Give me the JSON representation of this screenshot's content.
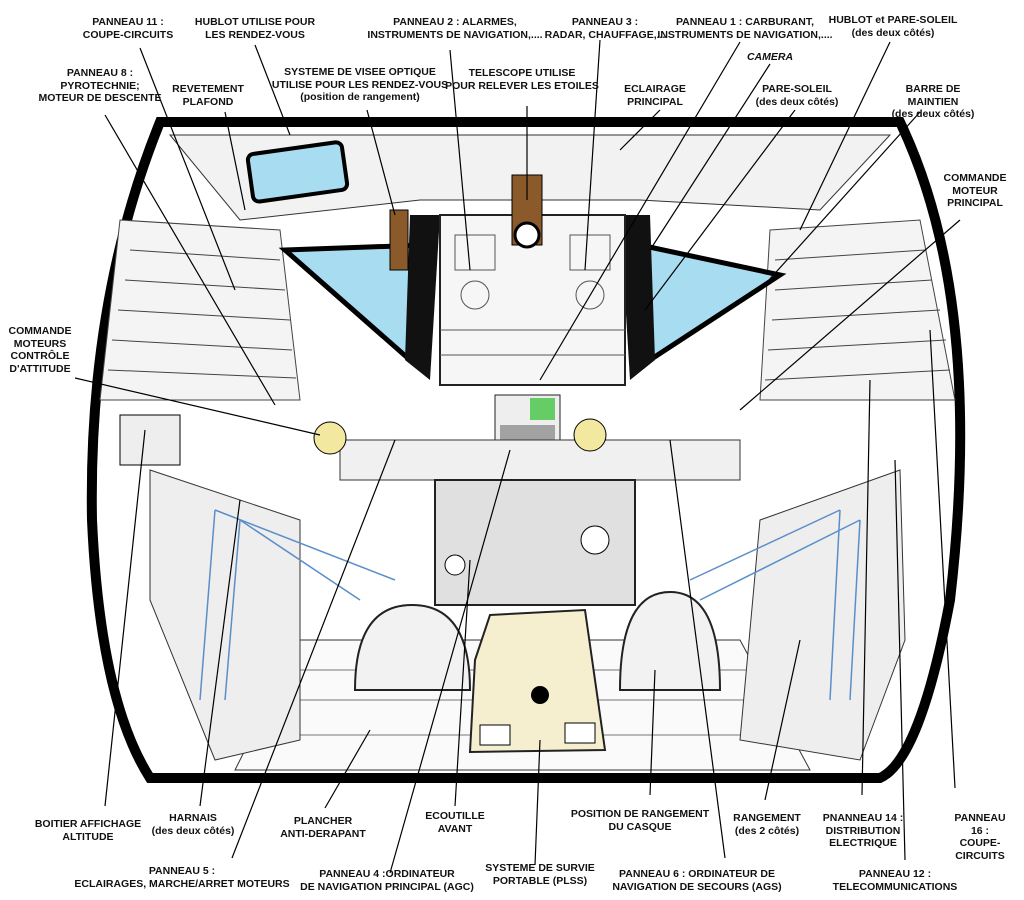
{
  "labels": {
    "panneau11": "PANNEAU 11 :\nCOUPE-CIRCUITS",
    "hublot_rdv": "HUBLOT UTILISE POUR\nLES RENDEZ-VOUS",
    "panneau2": "PANNEAU 2 : ALARMES,\nINSTRUMENTS DE NAVIGATION,....",
    "panneau3": "PANNEAU 3 :\nRADAR, CHAUFFAGE,...",
    "panneau1": "PANNEAU 1 : CARBURANT,\nINSTRUMENTS DE NAVIGATION,....",
    "hublot_paresoleil": "HUBLOT et PARE-SOLEIL\n(des deux côtés)",
    "panneau8": "PANNEAU 8 :\nPYROTECHNIE;\nMOTEUR DE DESCENTE",
    "revetement": "REVETEMENT\nPLAFOND",
    "visee": "SYSTEME DE VISEE OPTIQUE\nUTILISE POUR LES RENDEZ-VOUS\n(position de rangement)",
    "telescope": "TELESCOPE UTILISE\nPOUR RELEVER LES ETOILES",
    "eclairage": "ECLAIRAGE\nPRINCIPAL",
    "camera": "CAMERA",
    "paresoleil": "PARE-SOLEIL\n(des deux côtés)",
    "barre": "BARRE DE MAINTIEN\n(des deux côtés)",
    "moteur_principal": "COMMANDE\nMOTEUR\nPRINCIPAL",
    "attitude": "COMMANDE\nMOTEURS\nCONTRÔLE\nD'ATTITUDE",
    "altitude": "BOITIER AFFICHAGE\nALTITUDE",
    "harnais": "HARNAIS\n(des deux côtés)",
    "plancher": "PLANCHER\nANTI-DERAPANT",
    "ecoutille": "ECOUTILLE\nAVANT",
    "panneau5": "PANNEAU 5 :\nECLAIRAGES, MARCHE/ARRET MOTEURS",
    "panneau4": "PANNEAU 4 :ORDINATEUR\nDE NAVIGATION PRINCIPAL (AGC)",
    "plss": "SYSTEME DE SURVIE\nPORTABLE (PLSS)",
    "casque": "POSITION DE RANGEMENT\nDU CASQUE",
    "panneau6": "PANNEAU 6 : ORDINATEUR DE\nNAVIGATION DE SECOURS (AGS)",
    "rangement": "RANGEMENT\n(des 2 côtés)",
    "panneau14": "PNANNEAU 14 :\nDISTRIBUTION\nELECTRIQUE",
    "panneau12": "PANNEAU 12 :\nTELECOMMUNICATIONS",
    "panneau16": "PANNEAU 16 :\nCOUPE-CIRCUITS"
  },
  "colors": {
    "window": "#a8dcf0",
    "plss": "#f5efcf",
    "panel": "#e0e0e0",
    "hull": "#000000",
    "harness": "#5b8ec9"
  }
}
